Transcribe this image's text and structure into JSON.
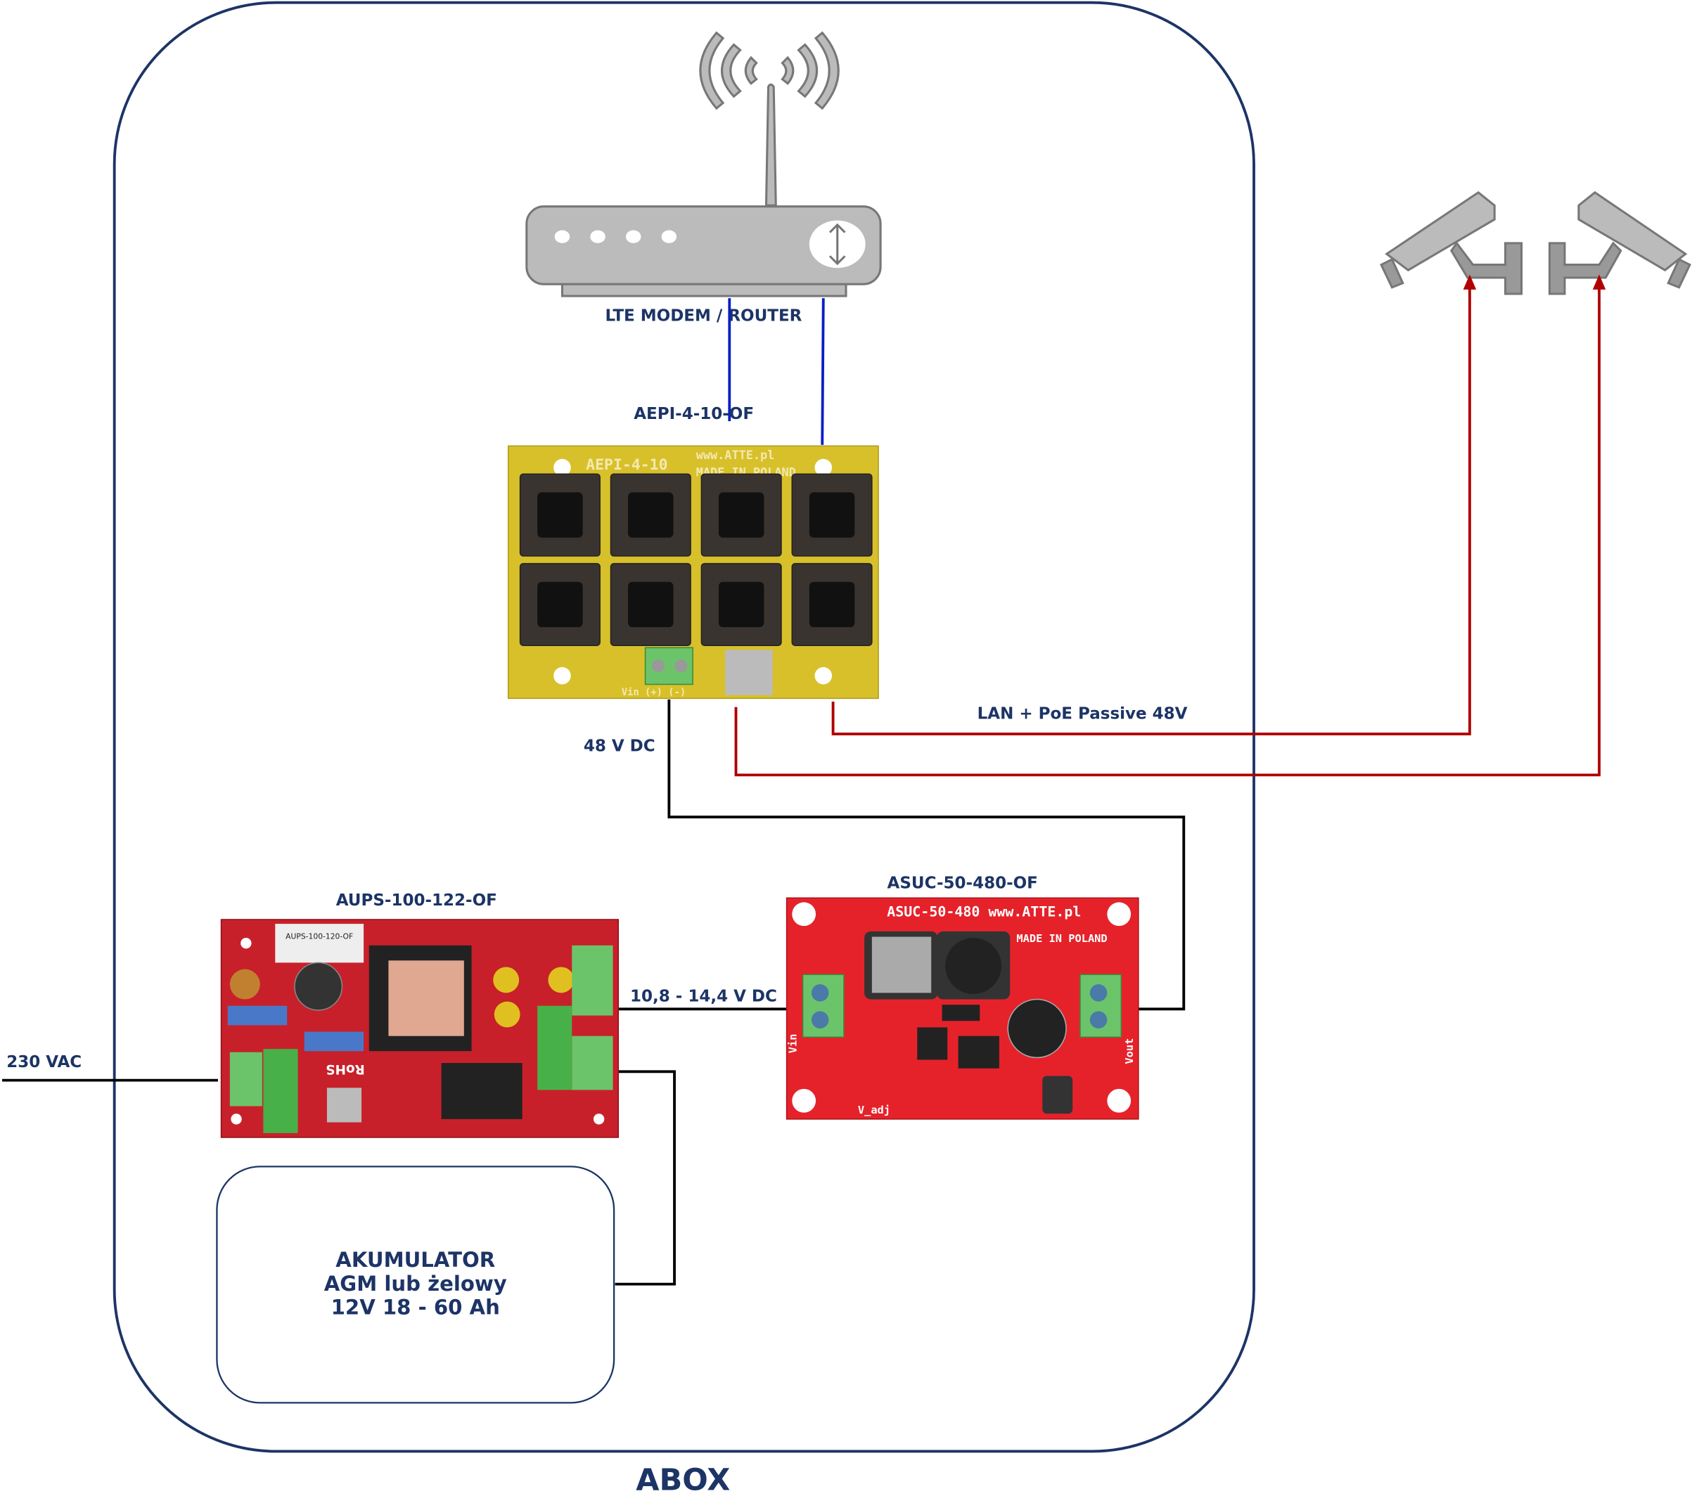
{
  "diagram": {
    "enclosure_label": "ABOX",
    "router": {
      "label": "LTE MODEM / ROUTER",
      "icon": "wifi-router-icon"
    },
    "poe_injector": {
      "label": "AEPI-4-10-OF",
      "board_text": "AEPI-4-10",
      "board_url": "www.ATTE.pl",
      "board_made": "MADE IN POLAND",
      "ports": 8,
      "vin": "Vin (+) (-)"
    },
    "converter": {
      "label": "ASUC-50-480-OF",
      "board_text": "ASUC-50-480 www.ATTE.pl",
      "board_made": "MADE IN POLAND",
      "vin": "Vin",
      "vout": "Vout",
      "adj": "V_adj"
    },
    "psu": {
      "label": "AUPS-100-122-OF",
      "board_text": "AUPS-100-120-OF",
      "rohs": "RoHS"
    },
    "battery": {
      "line1": "AKUMULATOR",
      "line2": "AGM lub żelowy",
      "line3": "12V 18 - 60 Ah"
    },
    "cameras": {
      "count": 2,
      "icon": "cctv-camera-icon"
    },
    "connections": {
      "poe": "LAN + PoE Passive 48V",
      "dc48": "48 V DC",
      "dc12": "10,8 - 14,4 V DC",
      "ac": "230 VAC"
    },
    "colors": {
      "enclosure": "#1c3466",
      "lan": "#0a1fc4",
      "poe": "#b00000",
      "power": "#000000",
      "injector_pcb": "#d8c02a",
      "pcb_red": "#e0202a"
    }
  }
}
